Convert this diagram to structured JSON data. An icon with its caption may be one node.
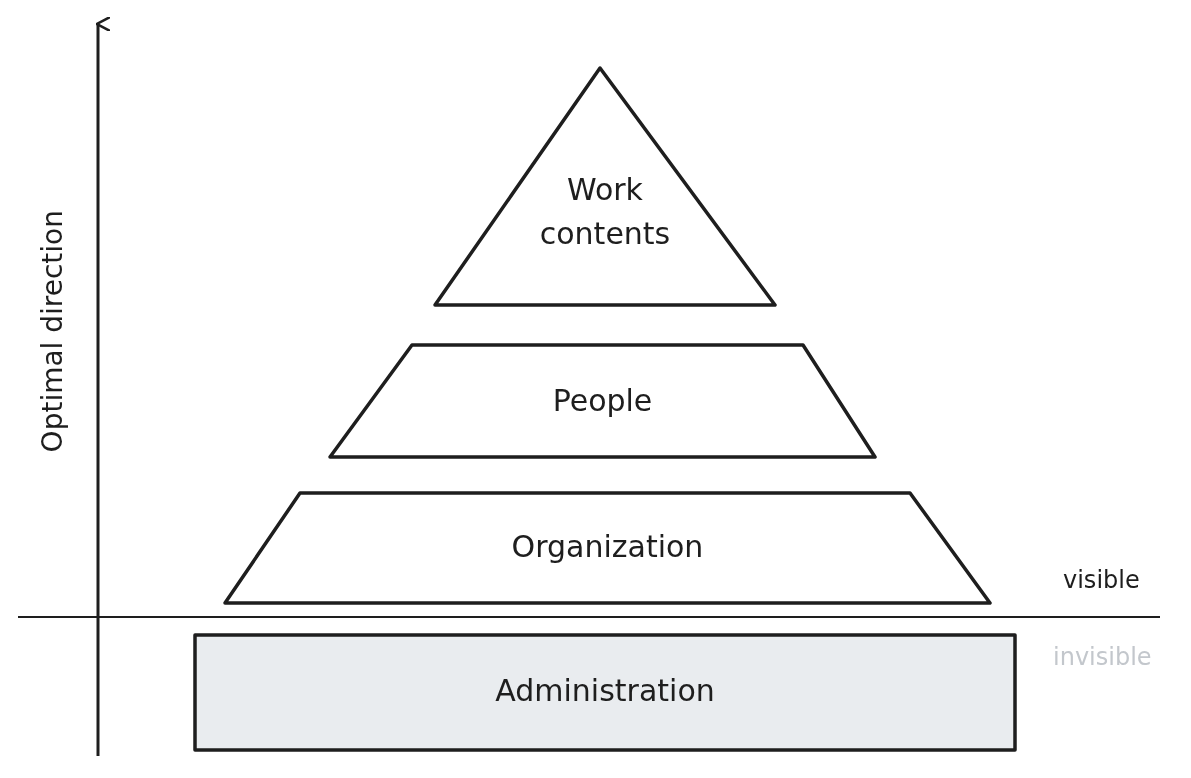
{
  "diagram": {
    "nodes": [
      {
        "text": [
          "Work contents"
        ]
      },
      {
        "text": [
          "People"
        ]
      },
      {
        "text": [
          "Organization"
        ]
      },
      {
        "text": [
          "Administration"
        ]
      }
    ],
    "labels": [
      "Optimal direction",
      "visible",
      "invisible"
    ]
  }
}
